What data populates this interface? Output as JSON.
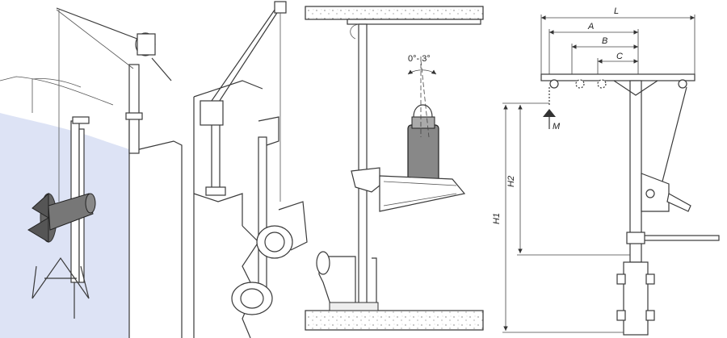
{
  "angle_note": "0°- 3°",
  "dimensions": {
    "L": "L",
    "A": "A",
    "B": "B",
    "C": "C",
    "M": "M",
    "H1": "H1",
    "H2": "H2"
  }
}
